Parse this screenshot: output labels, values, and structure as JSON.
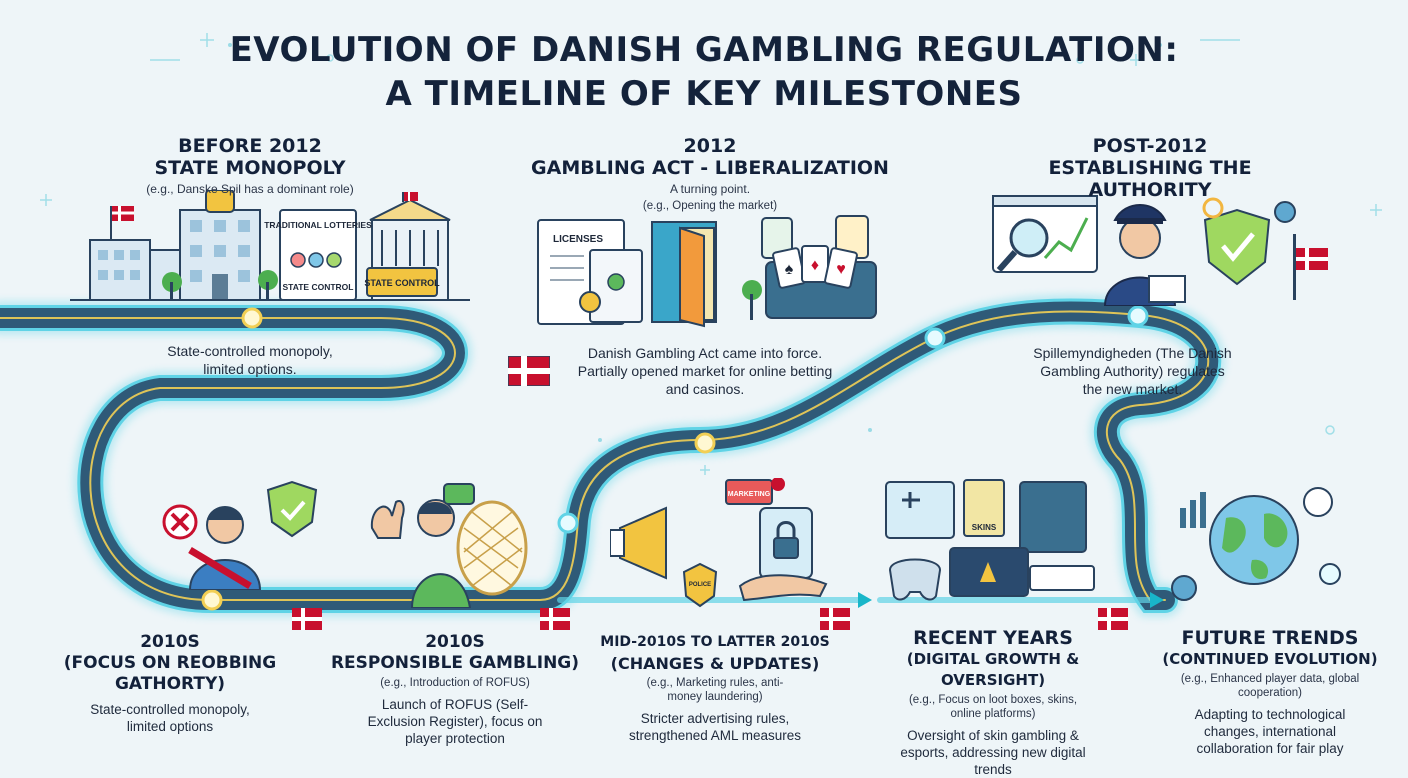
{
  "title": {
    "line1": "EVOLUTION OF DANISH GAMBLING REGULATION:",
    "line2": "A TIMELINE OF KEY MILESTONES"
  },
  "milestones": [
    {
      "period": "BEFORE 2012",
      "heading": "STATE MONOPOLY",
      "example": "(e.g., Danske Spil has a dominant role)",
      "description": "State-controlled monopoly, limited options.",
      "signs": {
        "sign1": "TRADITIONAL LOTTERIES",
        "sign2": "STATE CONTROL",
        "sign3": "STATE CONTROL"
      }
    },
    {
      "period": "2012",
      "heading": "GAMBLING ACT - LIBERALIZATION",
      "example_line1": "A turning point.",
      "example_line2": "(e.g., Opening the market)",
      "description": "Danish Gambling Act came into force. Partially opened market for online betting and casinos.",
      "doc_label": "LICENSES"
    },
    {
      "period": "POST-2012",
      "heading": "ESTABLISHING THE AUTHORITY",
      "description": "Spillemyndigheden (The Danish Gambling Authority) regulates the new market."
    },
    {
      "period": "2010s",
      "heading": "(FOCUS ON REOBBING GATHORTY)",
      "description": "State-controlled monopoly, limited options"
    },
    {
      "period": "2010s",
      "heading": "RESPONSIBLE GAMBLING)",
      "example": "(e.g., Introduction of ROFUS)",
      "description": "Launch of ROFUS (Self-Exclusion Register), focus on player protection"
    },
    {
      "period": "MID-2010s to LATTER 2010s",
      "heading": "(CHANGES & UPDATES)",
      "example": "(e.g., Marketing rules, anti-money laundering)",
      "description": "Stricter advertising rules, strengthened AML measures",
      "badge_label": "POLICE",
      "sign_label": "MARKETING"
    },
    {
      "period": "RECENT YEARS",
      "heading": "(DIGITAL GROWTH & OVERSIGHT)",
      "example": "(e.g., Focus on loot boxes, skins, online platforms)",
      "description": "Oversight of skin gambling & esports, addressing new digital trends",
      "card_label": "SKINS"
    },
    {
      "period": "FUTURE TRENDS",
      "heading": "(CONTINUED EVOLUTION)",
      "example": "(e.g., Enhanced player data, global cooperation)",
      "description": "Adapting to technological changes, international collaboration for fair play"
    }
  ],
  "colors": {
    "road": "#2f5a78",
    "road_edge": "#5fd3e6",
    "road_center": "#f2cf54",
    "flag_red": "#c8102e",
    "accent": "#19b6c9"
  }
}
